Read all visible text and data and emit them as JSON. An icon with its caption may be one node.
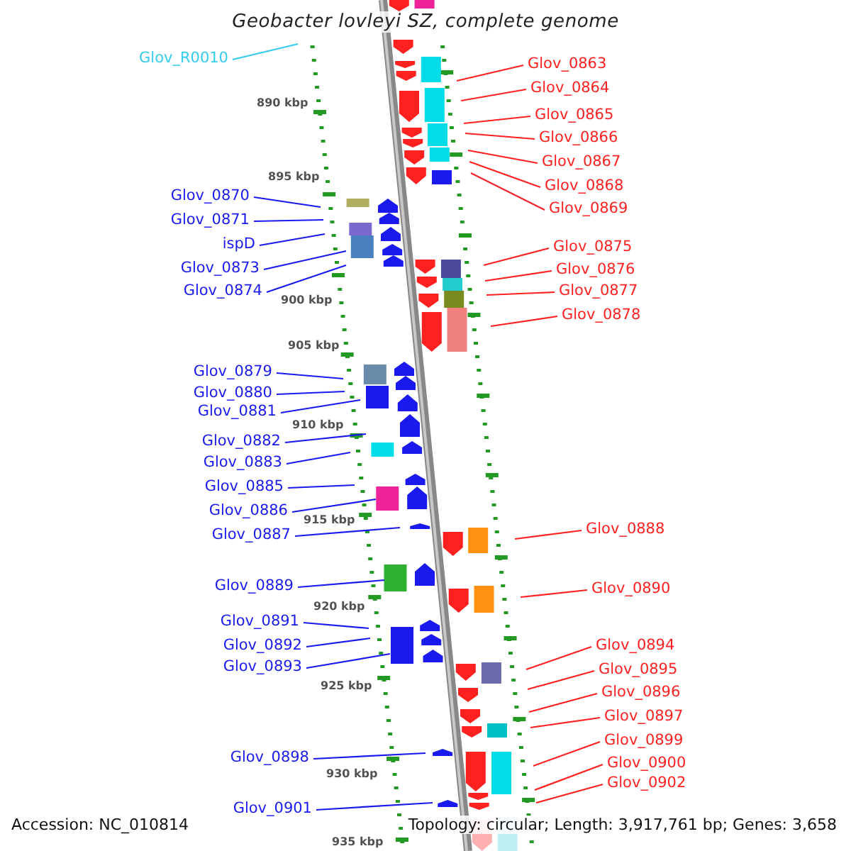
{
  "diagram": {
    "title": "Geobacter lovleyi SZ, complete genome",
    "nodes": [
      {
        "text": [
          "Glov_R0010"
        ]
      },
      {
        "text": [
          "Glov_0863"
        ]
      },
      {
        "text": [
          "Glov_0864"
        ]
      },
      {
        "text": [
          "Glov_0865"
        ]
      },
      {
        "text": [
          "Glov_0866"
        ]
      },
      {
        "text": [
          "Glov_0867"
        ]
      },
      {
        "text": [
          "Glov_0868"
        ]
      },
      {
        "text": [
          "Glov_0869"
        ]
      },
      {
        "text": [
          "Glov_0870"
        ]
      },
      {
        "text": [
          "Glov_0871"
        ]
      },
      {
        "text": [
          "ispD"
        ]
      },
      {
        "text": [
          "Glov_0873"
        ]
      },
      {
        "text": [
          "Glov_0874"
        ]
      },
      {
        "text": [
          "Glov_0875"
        ]
      },
      {
        "text": [
          "Glov_0876"
        ]
      },
      {
        "text": [
          "Glov_0877"
        ]
      },
      {
        "text": [
          "Glov_0878"
        ]
      },
      {
        "text": [
          "Glov_0879"
        ]
      },
      {
        "text": [
          "Glov_0880"
        ]
      },
      {
        "text": [
          "Glov_0881"
        ]
      },
      {
        "text": [
          "Glov_0882"
        ]
      },
      {
        "text": [
          "Glov_0883"
        ]
      },
      {
        "text": [
          "Glov_0885"
        ]
      },
      {
        "text": [
          "Glov_0886"
        ]
      },
      {
        "text": [
          "Glov_0887"
        ]
      },
      {
        "text": [
          "Glov_0888"
        ]
      },
      {
        "text": [
          "Glov_0889"
        ]
      },
      {
        "text": [
          "Glov_0890"
        ]
      },
      {
        "text": [
          "Glov_0891"
        ]
      },
      {
        "text": [
          "Glov_0892"
        ]
      },
      {
        "text": [
          "Glov_0893"
        ]
      },
      {
        "text": [
          "Glov_0894"
        ]
      },
      {
        "text": [
          "Glov_0895"
        ]
      },
      {
        "text": [
          "Glov_0896"
        ]
      },
      {
        "text": [
          "Glov_0897"
        ]
      },
      {
        "text": [
          "Glov_0898"
        ]
      },
      {
        "text": [
          "Glov_0899"
        ]
      },
      {
        "text": [
          "Glov_0900"
        ]
      },
      {
        "text": [
          "Glov_0901"
        ]
      },
      {
        "text": [
          "Glov_0902"
        ]
      }
    ],
    "edges": [
      {
        "from": 0,
        "to": null,
        "arrow": "none",
        "color": "#33ccee"
      },
      {
        "from": 1,
        "to": null,
        "arrow": "none",
        "color": "#ff2020"
      },
      {
        "from": 2,
        "to": null,
        "arrow": "none",
        "color": "#ff2020"
      },
      {
        "from": 3,
        "to": null,
        "arrow": "none",
        "color": "#ff2020"
      },
      {
        "from": 4,
        "to": null,
        "arrow": "none",
        "color": "#ff2020"
      },
      {
        "from": 5,
        "to": null,
        "arrow": "none",
        "color": "#ff2020"
      },
      {
        "from": 6,
        "to": null,
        "arrow": "none",
        "color": "#ff2020"
      },
      {
        "from": 7,
        "to": null,
        "arrow": "none",
        "color": "#ff2020"
      },
      {
        "from": 8,
        "to": null,
        "arrow": "none",
        "color": "#1a1aee"
      },
      {
        "from": 9,
        "to": null,
        "arrow": "none",
        "color": "#1a1aee"
      },
      {
        "from": 10,
        "to": null,
        "arrow": "none",
        "color": "#1a1aee"
      },
      {
        "from": 11,
        "to": null,
        "arrow": "none",
        "color": "#1a1aee"
      },
      {
        "from": 12,
        "to": null,
        "arrow": "none",
        "color": "#1a1aee"
      },
      {
        "from": 13,
        "to": null,
        "arrow": "none",
        "color": "#ff2020"
      },
      {
        "from": 14,
        "to": null,
        "arrow": "none",
        "color": "#ff2020"
      },
      {
        "from": 15,
        "to": null,
        "arrow": "none",
        "color": "#ff2020"
      },
      {
        "from": 16,
        "to": null,
        "arrow": "none",
        "color": "#ff2020"
      },
      {
        "from": 17,
        "to": null,
        "arrow": "none",
        "color": "#1a1aee"
      },
      {
        "from": 18,
        "to": null,
        "arrow": "none",
        "color": "#1a1aee"
      },
      {
        "from": 19,
        "to": null,
        "arrow": "none",
        "color": "#1a1aee"
      },
      {
        "from": 20,
        "to": null,
        "arrow": "none",
        "color": "#1a1aee"
      },
      {
        "from": 21,
        "to": null,
        "arrow": "none",
        "color": "#1a1aee"
      },
      {
        "from": 22,
        "to": null,
        "arrow": "none",
        "color": "#1a1aee"
      },
      {
        "from": 23,
        "to": null,
        "arrow": "none",
        "color": "#1a1aee"
      },
      {
        "from": 24,
        "to": null,
        "arrow": "none",
        "color": "#1a1aee"
      },
      {
        "from": 25,
        "to": null,
        "arrow": "none",
        "color": "#ff2020"
      },
      {
        "from": 26,
        "to": null,
        "arrow": "none",
        "color": "#1a1aee"
      },
      {
        "from": 27,
        "to": null,
        "arrow": "none",
        "color": "#ff2020"
      },
      {
        "from": 28,
        "to": null,
        "arrow": "none",
        "color": "#1a1aee"
      },
      {
        "from": 29,
        "to": null,
        "arrow": "none",
        "color": "#1a1aee"
      },
      {
        "from": 30,
        "to": null,
        "arrow": "none",
        "color": "#1a1aee"
      },
      {
        "from": 31,
        "to": null,
        "arrow": "none",
        "color": "#ff2020"
      },
      {
        "from": 32,
        "to": null,
        "arrow": "none",
        "color": "#ff2020"
      },
      {
        "from": 33,
        "to": null,
        "arrow": "none",
        "color": "#ff2020"
      },
      {
        "from": 34,
        "to": null,
        "arrow": "none",
        "color": "#ff2020"
      },
      {
        "from": 35,
        "to": null,
        "arrow": "none",
        "color": "#1a1aee"
      },
      {
        "from": 36,
        "to": null,
        "arrow": "none",
        "color": "#ff2020"
      },
      {
        "from": 37,
        "to": null,
        "arrow": "none",
        "color": "#ff2020"
      },
      {
        "from": 38,
        "to": null,
        "arrow": "none",
        "color": "#1a1aee"
      },
      {
        "from": 39,
        "to": null,
        "arrow": "none",
        "color": "#ff2020"
      }
    ],
    "labels": [
      "890 kbp",
      "895 kbp",
      "900 kbp",
      "905 kbp",
      "910 kbp",
      "915 kbp",
      "920 kbp",
      "925 kbp",
      "930 kbp",
      "935 kbp",
      "Accession: NC_010814",
      "Topology: circular; Length: 3,917,761 bp; Genes: 3,658"
    ]
  }
}
